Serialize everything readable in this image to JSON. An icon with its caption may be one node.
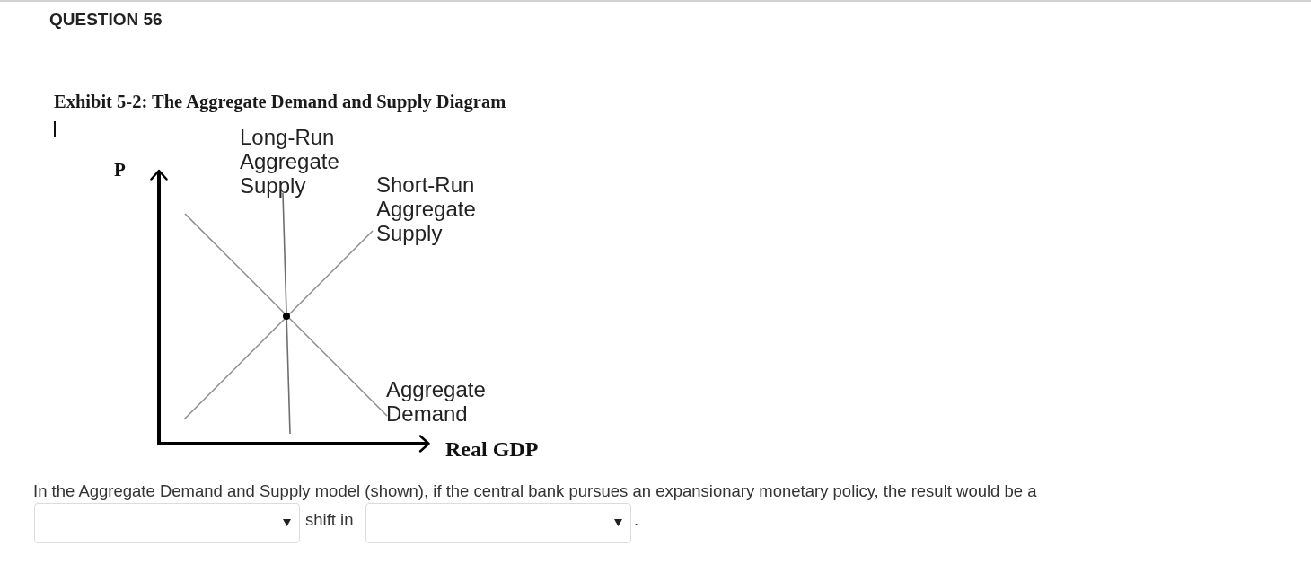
{
  "diagram": {
    "title": "Exhibit 5-2: The Aggregate Demand and Supply Diagram",
    "labels": [
      "QUESTION 56",
      "P",
      "Long-Run Aggregate Supply",
      "Short-Run Aggregate Supply",
      "Aggregate Demand",
      "Real GDP",
      "In the Aggregate Demand and Supply model (shown), if the central bank pursues an expansionary monetary policy, the result would be a",
      "shift in",
      "."
    ]
  }
}
